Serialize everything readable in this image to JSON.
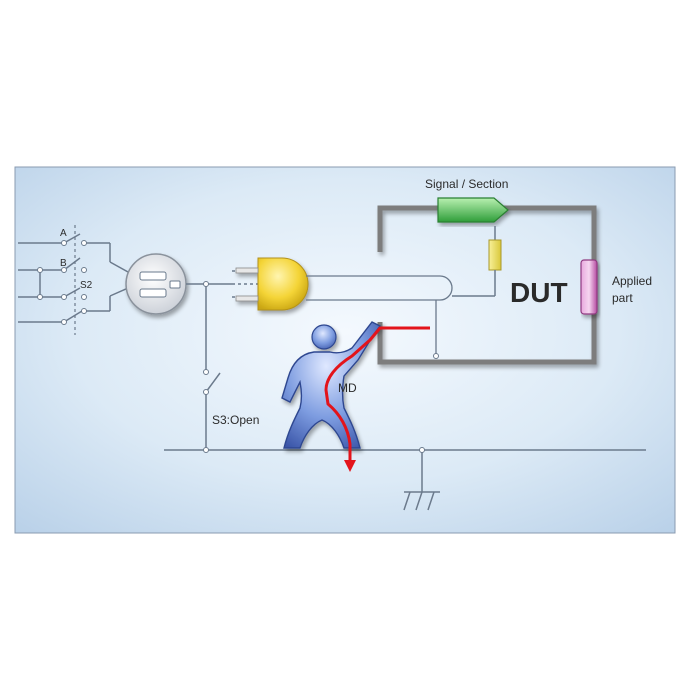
{
  "labels": {
    "switch_a": "A",
    "switch_b": "B",
    "switch_s2": "S2",
    "signal_section": "Signal / Section",
    "dut": "DUT",
    "applied_part_line1": "Applied",
    "applied_part_line2": "part",
    "md": "MD",
    "s3": "S3:Open"
  },
  "colors": {
    "panel_bg_top": "#cfe0f0",
    "panel_bg_mid": "#eaf3fb",
    "wire": "#6b7a8c",
    "dut_frame": "#7d7d7d",
    "signal_connector": "#3fae49",
    "applied_part": "#c660b4",
    "sensor": "#efe56a",
    "plug": "#f3d33a",
    "current_path": "#e3141b",
    "person": "#6f8fd3"
  }
}
